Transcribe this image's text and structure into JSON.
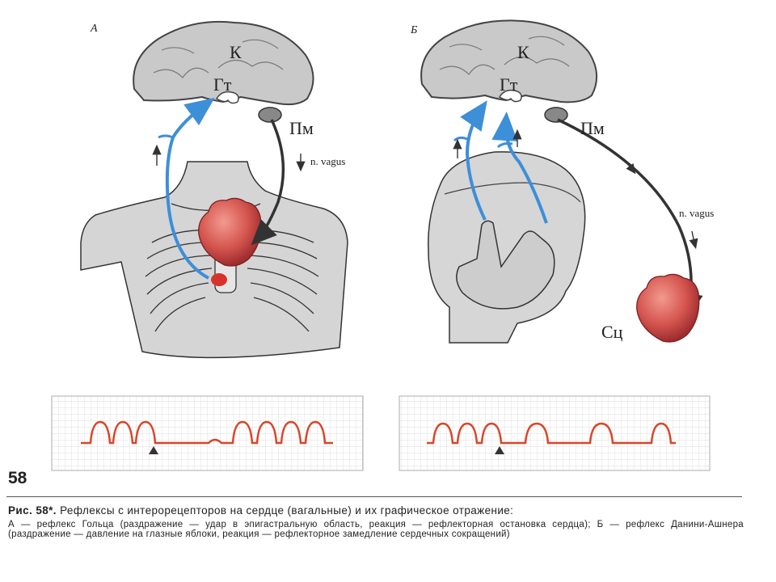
{
  "panel_a": {
    "letter": "А",
    "cortex": "К",
    "hypothalamus": "Гт",
    "medulla": "Пм",
    "nerve": "n. vagus"
  },
  "panel_b": {
    "letter": "Б",
    "cortex": "К",
    "hypothalamus": "Гт",
    "medulla": "Пм",
    "nerve": "n. vagus",
    "heart_center": "Сц"
  },
  "page_number": "58",
  "caption": {
    "title_prefix": "Рис. 58*.",
    "title": "Рефлексы с интерорецепторов на сердце (вагальные) и их графическое отражение:",
    "line1": "А — рефлекс Гольца (раздражение — удар в эпигастральную область, реакция — рефлекторная остановка сердца); Б — рефлекс Данини-Ашнера (раздражение — давление на глазные яблоки, реакция — рефлекторное замедление сердечных сокращений)"
  },
  "colors": {
    "afferent": "#3d8fd8",
    "trace": "#d8462a",
    "heart": "#c7484b",
    "body": "#d4d4d4",
    "grid": "#cfcfcf"
  }
}
